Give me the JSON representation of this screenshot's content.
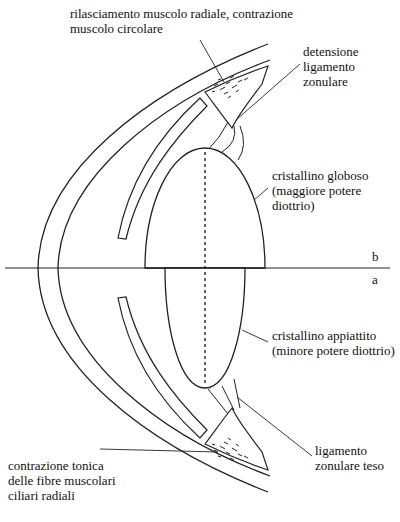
{
  "diagram": {
    "labels": [
      "rilasciamento muscolo radiale, contrazione muscolo circolare",
      "detensione ligamento zonulare",
      "cristallino globoso (maggiore potere diottrio)",
      "b",
      "a",
      "cristallino appiattito (minore potere diottrio)",
      "ligamento zonulare teso",
      "contrazione tonica delle fibre muscolari ciliari radiali"
    ]
  }
}
